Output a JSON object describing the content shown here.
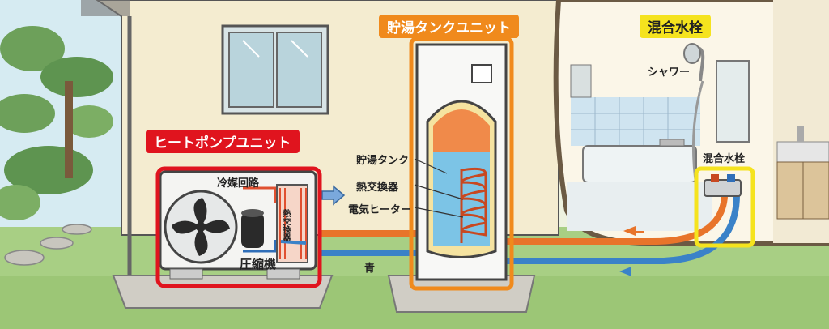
{
  "titles": {
    "heat_pump_unit": "ヒートポンプユニット",
    "tank_unit": "貯湯タンクユニット",
    "mixing_faucet": "混合水栓"
  },
  "labels": {
    "refrigerant_circuit": "冷媒回路",
    "compressor": "圧縮機",
    "heat_exchanger_vertical": "熱交換器",
    "storage_tank": "貯湯タンク",
    "heat_exchanger": "熱交換器",
    "electric_heater": "電気ヒーター",
    "shower": "シャワー",
    "mixing_faucet": "混合水栓",
    "blue": "青"
  },
  "colors": {
    "heat_pump_frame": "#e0141e",
    "tank_frame": "#f08a1c",
    "faucet_frame": "#f5e31e",
    "hot_pipe": "#e8742a",
    "cold_pipe": "#3a82c8",
    "wall": "#f4ecd0",
    "tank_water": "#7cc4e6"
  },
  "icons": [
    "fan-icon",
    "compressor-icon",
    "heat-exchanger-coil-icon",
    "shower-head-icon",
    "mixing-faucet-icon",
    "flow-arrow-icon"
  ]
}
